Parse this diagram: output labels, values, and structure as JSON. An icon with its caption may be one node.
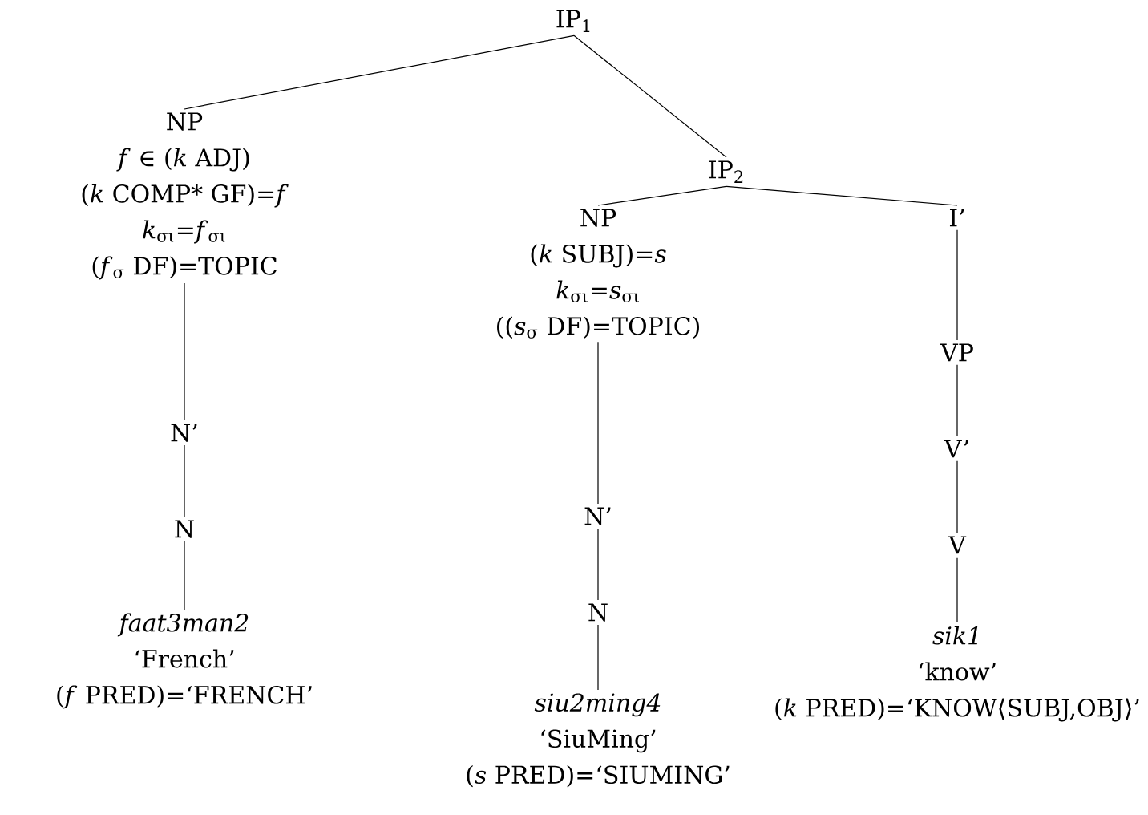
{
  "diagram": {
    "nodes": [
      {
        "text": [
          "IP$_{1}$"
        ]
      },
      {
        "text": [
          "NP",
          "*f* ∈ (*k* ADJ)",
          "(*k* COMP* GF)=*f*",
          "*k*$_{σι}$=*f*$_{σι}$",
          "(*f*$_{σ}$ DF)=TOPIC"
        ]
      },
      {
        "text": [
          "IP$_{2}$"
        ]
      },
      {
        "text": [
          "N’"
        ]
      },
      {
        "text": [
          "N"
        ]
      },
      {
        "text": [
          "faat3man2",
          "‘French’",
          "(*f* PRED)=‘FRENCH’"
        ]
      },
      {
        "text": [
          "NP",
          "(*k* SUBJ)=*s*",
          "*k*$_{σι}$=*s*$_{σι}$",
          "((*s*$_{σ}$ DF)=TOPIC)"
        ]
      },
      {
        "text": [
          "I’"
        ]
      },
      {
        "text": [
          "N’"
        ]
      },
      {
        "text": [
          "N"
        ]
      },
      {
        "text": [
          "siu2ming4",
          "‘SiuMing’",
          "(*s* PRED)=‘SIUMING’"
        ]
      },
      {
        "text": [
          "VP"
        ]
      },
      {
        "text": [
          "V’"
        ]
      },
      {
        "text": [
          "V"
        ]
      },
      {
        "text": [
          "sik1",
          "‘know’",
          "(*k* PRED)=‘KNOW⟨SUBJ,OBJ⟩’"
        ]
      }
    ],
    "edges": [
      {
        "from": 0,
        "to": 1,
        "arrow": "none"
      },
      {
        "from": 0,
        "to": 2,
        "arrow": "none"
      },
      {
        "from": 2,
        "to": 6,
        "arrow": "none"
      },
      {
        "from": 2,
        "to": 7,
        "arrow": "none"
      },
      {
        "from": 1,
        "to": 3,
        "arrow": "none"
      },
      {
        "from": 3,
        "to": 4,
        "arrow": "none"
      },
      {
        "from": 4,
        "to": 5,
        "arrow": "none"
      },
      {
        "from": 6,
        "to": 8,
        "arrow": "none"
      },
      {
        "from": 8,
        "to": 9,
        "arrow": "none"
      },
      {
        "from": 9,
        "to": 10,
        "arrow": "none"
      },
      {
        "from": 7,
        "to": 11,
        "arrow": "none"
      },
      {
        "from": 11,
        "to": 12,
        "arrow": "none"
      },
      {
        "from": 12,
        "to": 13,
        "arrow": "none"
      },
      {
        "from": 13,
        "to": 14,
        "arrow": "none"
      }
    ]
  }
}
